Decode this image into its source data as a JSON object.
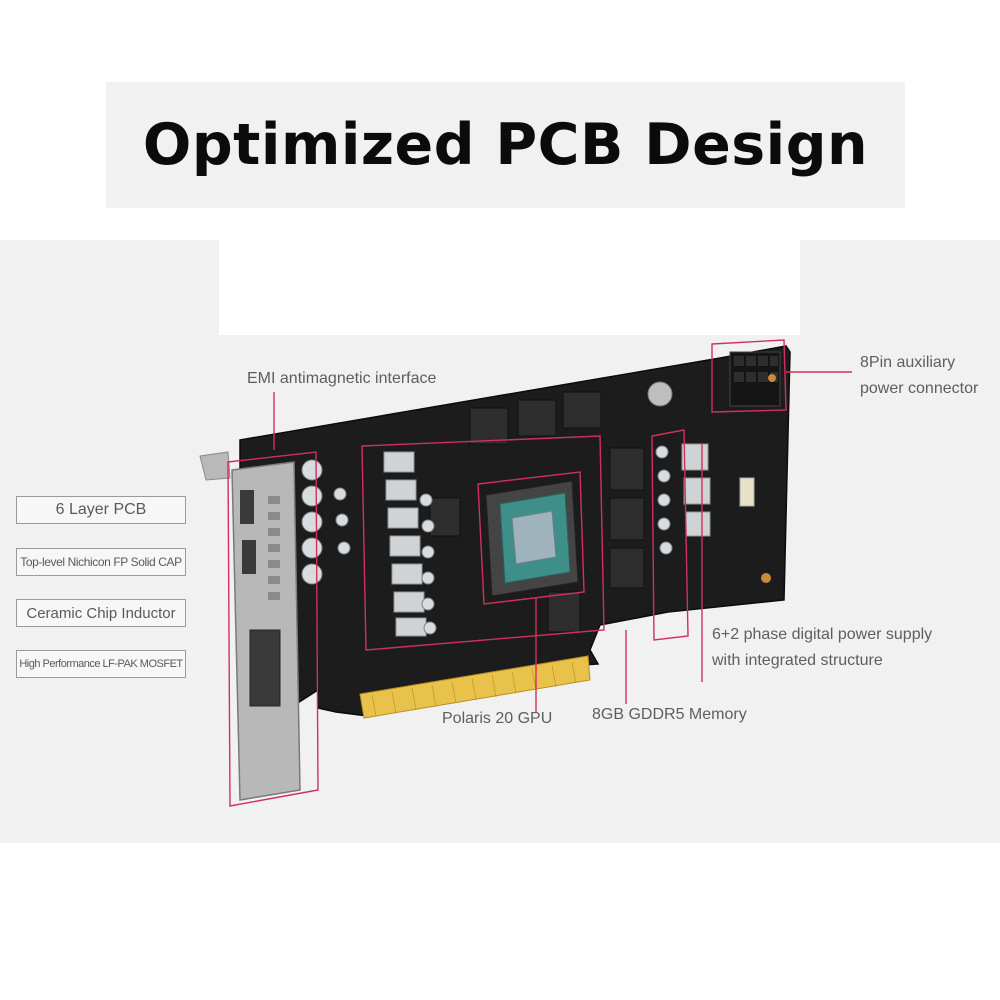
{
  "header": {
    "title": "Optimized PCB Design"
  },
  "callouts": {
    "emi": "EMI antimagnetic interface",
    "power_connector_line1": "8Pin auxiliary",
    "power_connector_line2": "power connector",
    "phase_line1": "6+2 phase digital power supply",
    "phase_line2": "with integrated structure",
    "gpu": "Polaris 20 GPU",
    "memory": "8GB GDDR5 Memory"
  },
  "features": [
    "6 Layer PCB",
    "Top-level Nichicon FP Solid CAP",
    "Ceramic Chip Inductor",
    "High Performance LF-PAK MOSFET"
  ],
  "colors": {
    "accent": "#d0315a",
    "pcb": "#1c1c1c",
    "gold": "#e8c24a",
    "die": "#3e8f8a"
  }
}
